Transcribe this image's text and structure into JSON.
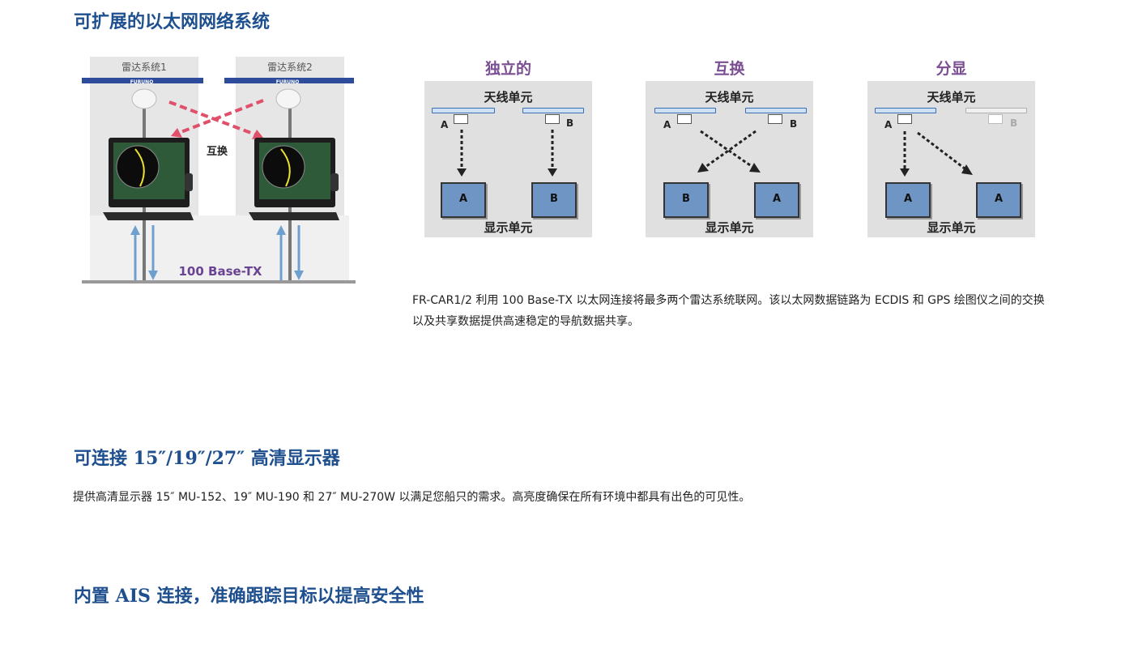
{
  "sections": {
    "network": {
      "title": "可扩展的以太网网络系统",
      "description": "FR-CAR1/2 利用 100 Base-TX 以太网连接将最多两个雷达系统联网。该以太网数据链路为 ECDIS 和 GPS 绘图仪之间的交换以及共享数据提供高速稳定的导航数据共享。"
    },
    "displays": {
      "title": "可连接 15″/19″/27″ 高清显示器",
      "description": "提供高清显示器 15″ MU-152、19″ MU-190 和 27″ MU-270W 以满足您船只的需求。高亮度确保在所有环境中都具有出色的可见性。"
    },
    "ais": {
      "title": "内置 AIS 连接，准确跟踪目标以提高安全性"
    }
  },
  "photo": {
    "system1_label": "雷达系统1",
    "system2_label": "雷达系统2",
    "antenna_brand": "FURUNO",
    "swap_label": "互换",
    "network_label": "100 Base-TX"
  },
  "panels": [
    {
      "title": "独立的",
      "antenna_label": "天线单元",
      "display_label": "显示单元",
      "ant_a": "A",
      "ant_b": "B",
      "disp1": "A",
      "disp2": "B"
    },
    {
      "title": "互换",
      "antenna_label": "天线单元",
      "display_label": "显示单元",
      "ant_a": "A",
      "ant_b": "B",
      "disp1": "B",
      "disp2": "A"
    },
    {
      "title": "分显",
      "antenna_label": "天线单元",
      "display_label": "显示单元",
      "ant_a": "A",
      "ant_b": "B",
      "disp1": "A",
      "disp2": "A"
    }
  ],
  "colors": {
    "heading": "#1e4f8f",
    "panel_title": "#7a4e93",
    "panel_bg": "#e0e0e0",
    "display_screen": "#6e95c4",
    "swap_arrow": "#e0506a",
    "network_arrow": "#6f9fcf"
  }
}
